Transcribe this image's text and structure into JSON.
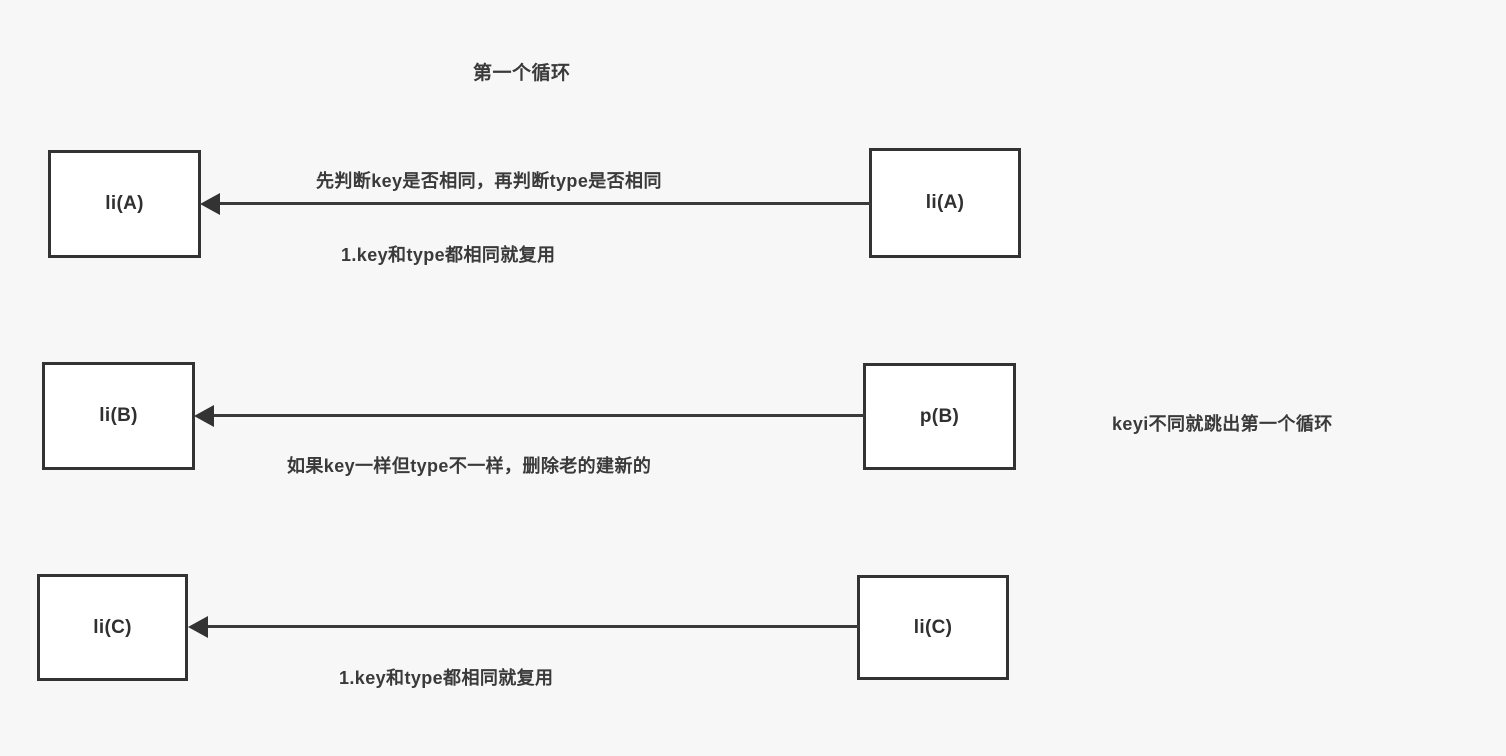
{
  "diagram": {
    "title": "第一个循环",
    "background_color": "#f7f7f7",
    "stroke_color": "#333333",
    "node_fill": "#ffffff",
    "text_color": "#3a3a3a",
    "rows": [
      {
        "id": "row-a",
        "target_node": "li(A)",
        "source_node": "li(A)",
        "label_above": "先判断key是否相同，再判断type是否相同",
        "label_below": "1.key和type都相同就复用"
      },
      {
        "id": "row-b",
        "target_node": "li(B)",
        "source_node": "p(B)",
        "label_above": "",
        "label_below": "如果key一样但type不一样，删除老的建新的"
      },
      {
        "id": "row-c",
        "target_node": "li(C)",
        "source_node": "li(C)",
        "label_above": "",
        "label_below": "1.key和type都相同就复用"
      }
    ],
    "side_note": "keyi不同就跳出第一个循环"
  }
}
